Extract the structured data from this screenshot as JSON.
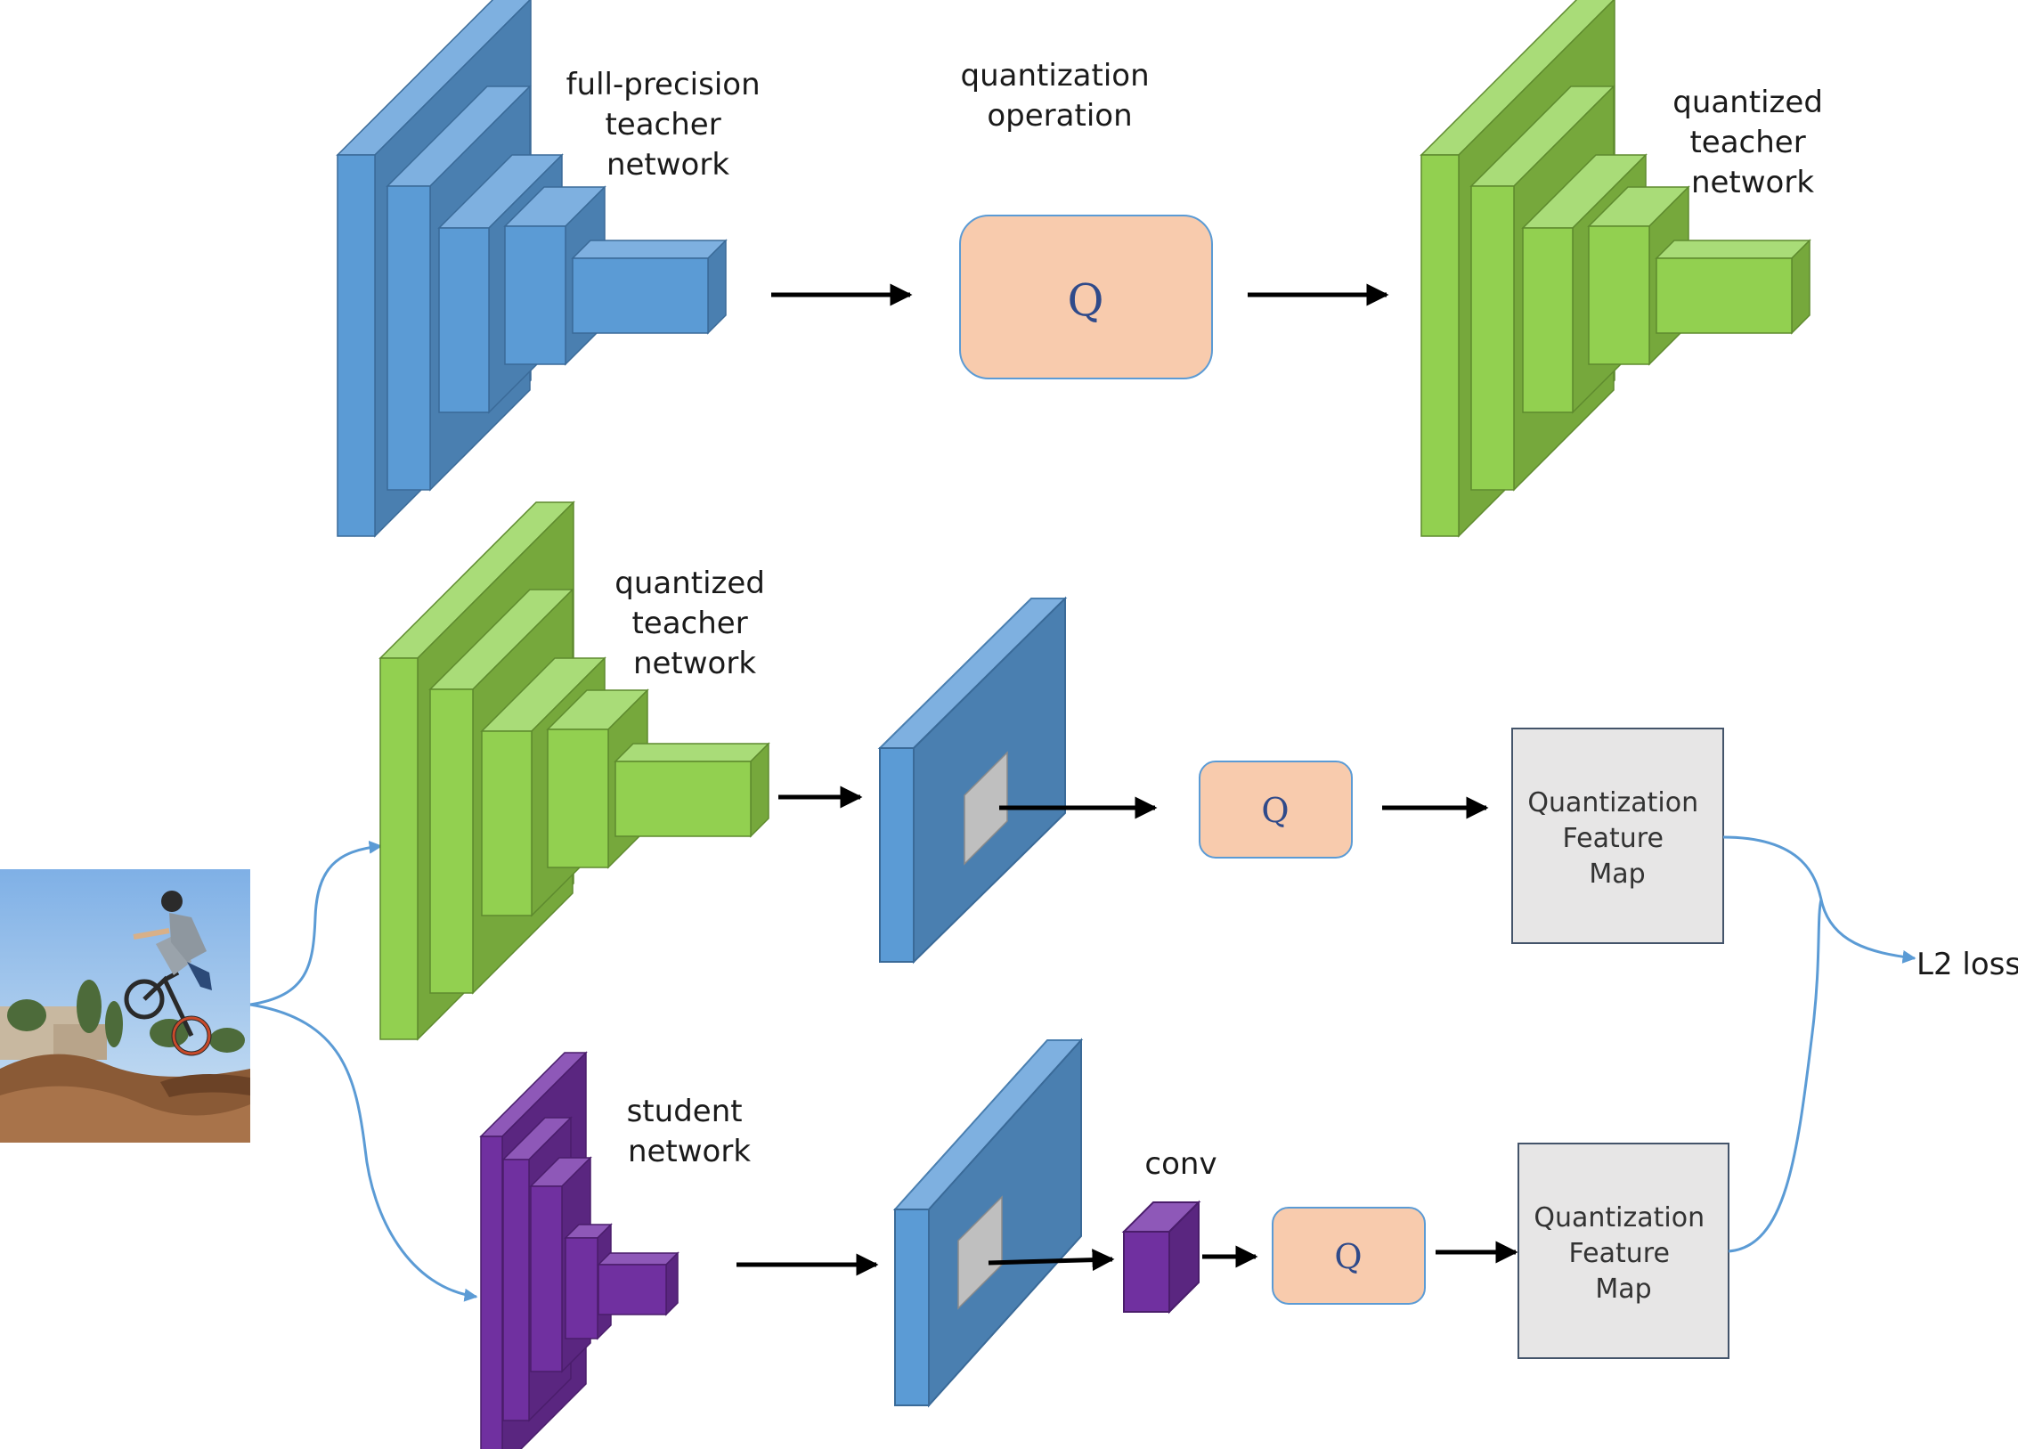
{
  "labels": {
    "full_precision_teacher": [
      "full-precision",
      "teacher",
      "network"
    ],
    "quantization_operation": [
      "quantization",
      "operation"
    ],
    "quantized_teacher_top": [
      "quantized",
      "teacher",
      "network"
    ],
    "quantized_teacher_mid": [
      "quantized",
      "teacher",
      "network"
    ],
    "student_network": [
      "student",
      "network"
    ],
    "conv": "conv",
    "l2_loss": "L2 loss"
  },
  "q_symbol": "Q",
  "feature_map_teacher": [
    "Quantization",
    "Feature",
    "Map"
  ],
  "feature_map_student": [
    "Quantization",
    "Feature",
    "Map"
  ],
  "colors": {
    "blue_front": "#5b9bd5",
    "blue_side": "#4a7fb0",
    "blue_top": "#7eb0e0",
    "green_front": "#92d050",
    "green_side": "#76a83c",
    "green_top": "#a9dc78",
    "purple_front": "#7030a0",
    "purple_side": "#5a2680",
    "purple_top": "#8e58b8",
    "q_box_fill": "#f8cbad",
    "feature_map_fill": "#e7e6e6",
    "curve": "#5b9bd5",
    "arrow": "#000000"
  },
  "icons": {
    "input_photo": "bmx-rider-photo"
  }
}
